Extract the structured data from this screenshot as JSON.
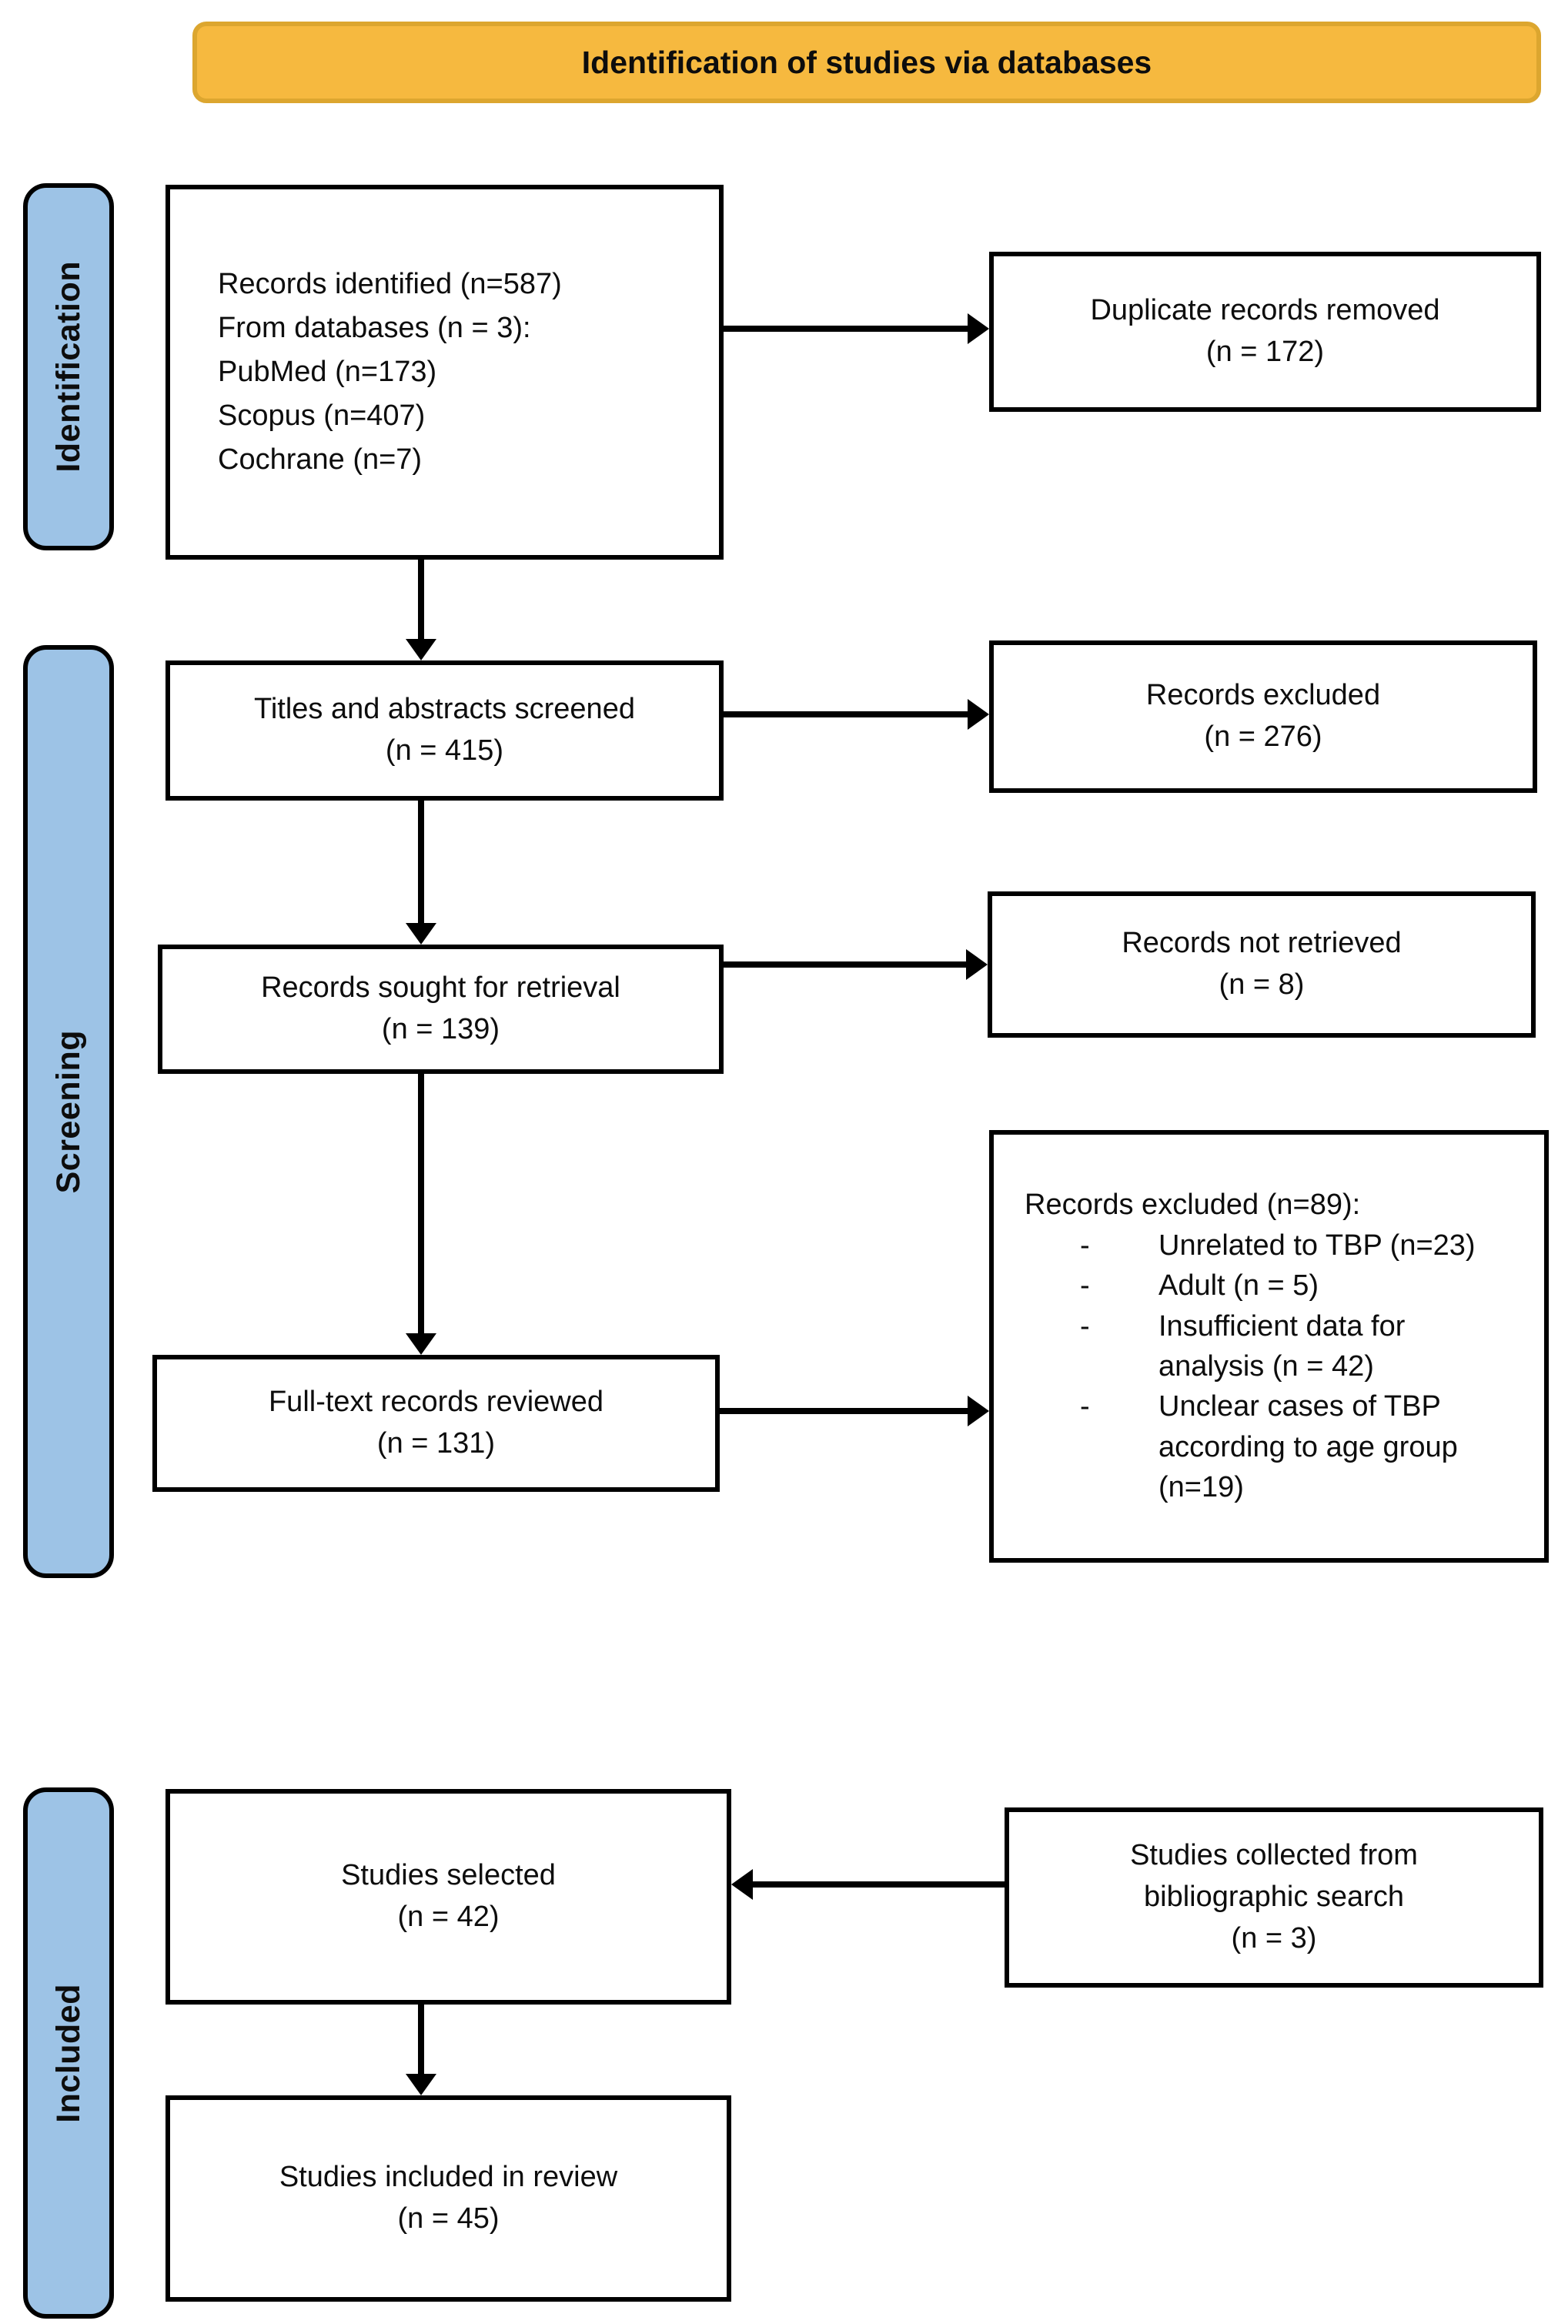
{
  "banner": {
    "label": "Identification of studies via databases"
  },
  "stages": {
    "identification": "Identification",
    "screening": "Screening",
    "included": "Included"
  },
  "boxes": {
    "records_identified": {
      "lines": [
        "Records identified (n=587)",
        "From databases (n = 3):",
        "PubMed (n=173)",
        "Scopus (n=407)",
        "Cochrane (n=7)"
      ]
    },
    "duplicates_removed": {
      "lines": [
        "Duplicate records removed",
        "(n = 172)"
      ]
    },
    "titles_screened": {
      "lines": [
        "Titles and abstracts screened",
        "(n = 415)"
      ]
    },
    "records_excluded": {
      "lines": [
        "Records excluded",
        "(n = 276)"
      ]
    },
    "records_sought": {
      "lines": [
        "Records sought for retrieval",
        "(n = 139)"
      ]
    },
    "records_not_retrieved": {
      "lines": [
        "Records not retrieved",
        "(n = 8)"
      ]
    },
    "full_text_reviewed": {
      "lines": [
        "Full-text records reviewed",
        "(n = 131)"
      ]
    },
    "full_text_excluded": {
      "heading": "Records excluded (n=89):",
      "bullet": "-",
      "items": [
        "Unrelated to TBP (n=23)",
        "Adult (n = 5)",
        "Insufficient data for analysis (n = 42)",
        "Unclear cases of TBP according to age group (n=19)"
      ]
    },
    "studies_selected": {
      "lines": [
        "Studies selected",
        "(n = 42)"
      ]
    },
    "bibliographic_search": {
      "lines": [
        "Studies collected from bibliographic search",
        "(n = 3)"
      ]
    },
    "studies_included": {
      "lines": [
        "Studies included in review",
        "(n = 45)"
      ]
    }
  },
  "colors": {
    "banner_fill": "#F6B93F",
    "banner_border": "#DCA62F",
    "stage_fill": "#9DC3E6",
    "box_border": "#000000",
    "background": "#FFFFFF"
  }
}
